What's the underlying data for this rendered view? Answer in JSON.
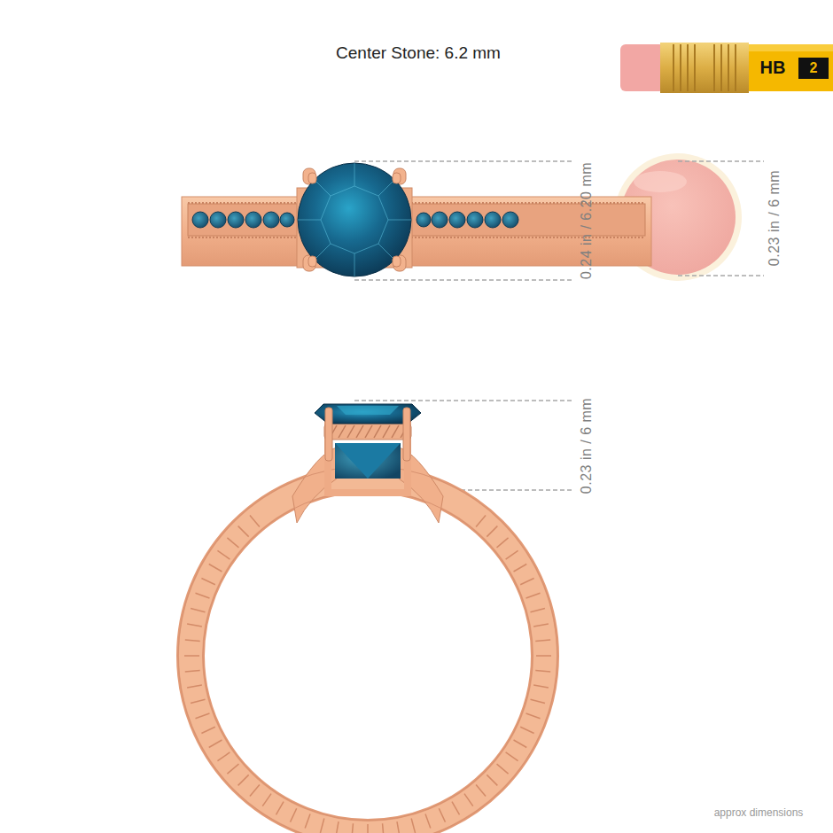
{
  "diagram": {
    "title": "Center Stone: 6.2 mm",
    "labels": [
      "HB",
      "2",
      "0.24 in / 6.20 mm",
      "0.23 in / 6 mm",
      "0.23 in / 6 mm",
      "approx dimensions"
    ]
  }
}
